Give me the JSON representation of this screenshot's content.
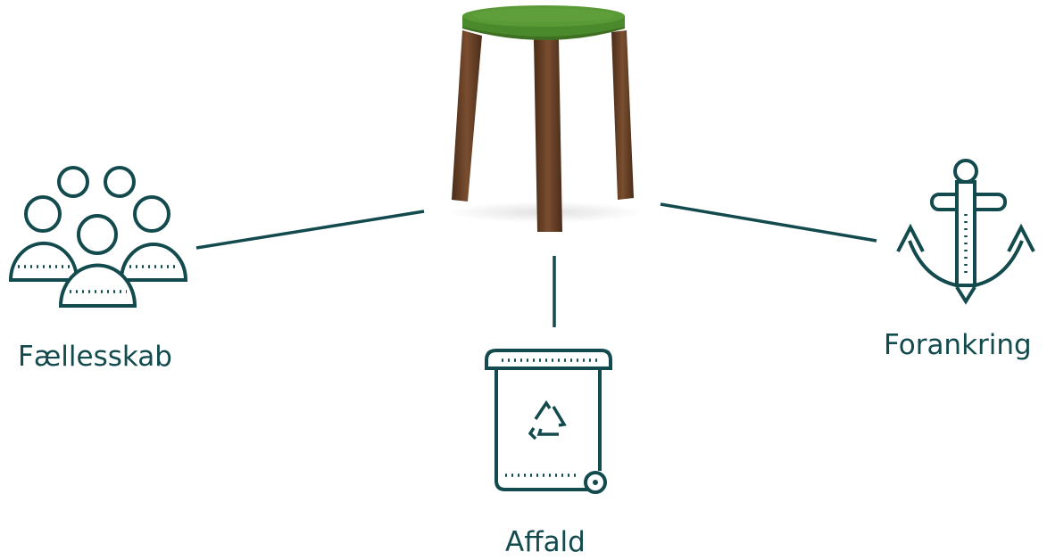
{
  "center": {
    "image": "stool-icon"
  },
  "nodes": [
    {
      "key": "community",
      "label": "Fællesskab",
      "icon": "people-group-icon"
    },
    {
      "key": "waste",
      "label": "Affald",
      "icon": "recycle-bin-icon"
    },
    {
      "key": "anchor",
      "label": "Forankring",
      "icon": "anchor-icon"
    }
  ],
  "colors": {
    "primary": "#124a4d",
    "seat": "#4b8a2c",
    "legs": "#6b4228"
  }
}
